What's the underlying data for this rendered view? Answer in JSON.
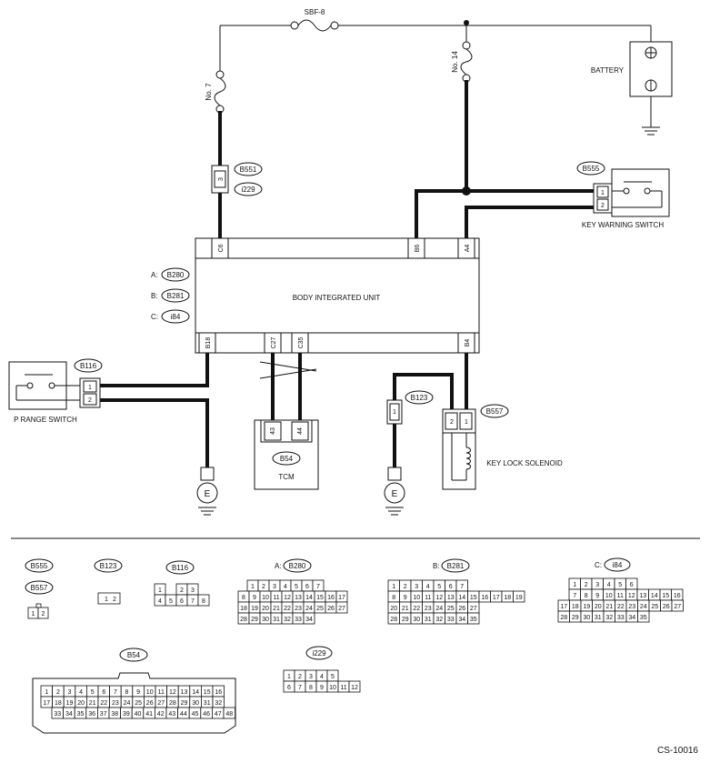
{
  "fuses": {
    "sbf": "SBF-8",
    "no7": "No. 7",
    "no14": "No. 14"
  },
  "battery": {
    "label": "BATTERY"
  },
  "biu": {
    "label": "BODY INTEGRATED UNIT",
    "conn_a_prefix": "A:",
    "conn_a": "B280",
    "conn_b_prefix": "B:",
    "conn_b": "B281",
    "conn_c_prefix": "C:",
    "conn_c": "i84",
    "pin_c6": "C6",
    "pin_b6": "B6",
    "pin_a4": "A4",
    "pin_b18": "B18",
    "pin_c27": "C27",
    "pin_c35": "C35",
    "pin_b4": "B4"
  },
  "b551": {
    "label": "B551",
    "alt": "i229",
    "pin": "3"
  },
  "key_warning": {
    "connector": "B555",
    "label": "KEY WARNING SWITCH",
    "pin1": "1",
    "pin2": "2"
  },
  "p_range": {
    "connector": "B116",
    "label": "P RANGE SWITCH",
    "pin1": "1",
    "pin2": "2"
  },
  "tcm": {
    "connector": "B54",
    "label": "TCM",
    "pin43": "43",
    "pin44": "44"
  },
  "b123": {
    "label": "B123",
    "pin": "1"
  },
  "key_lock": {
    "connector": "B557",
    "label": "KEY LOCK SOLENOID",
    "pin2": "2",
    "pin1": "1"
  },
  "grounds": {
    "symbol": "E"
  },
  "legend": {
    "b555": "B555",
    "b557": "B557",
    "b123": "B123",
    "b116": "B116",
    "b280_prefix": "A:",
    "b280": "B280",
    "b281_prefix": "B:",
    "b281": "B281",
    "i84_prefix": "C:",
    "i84": "i84",
    "b54": "B54",
    "i229": "i229",
    "two_pin": [
      "1",
      "2"
    ],
    "b116_rows": [
      [
        "1",
        "",
        "2",
        "3"
      ],
      [
        "4",
        "5",
        "6",
        "7",
        "8"
      ]
    ],
    "b280_rows": [
      [
        "1",
        "2",
        "3",
        "4",
        "5",
        "6",
        "7"
      ],
      [
        "8",
        "9",
        "10",
        "11",
        "12",
        "13",
        "14",
        "15",
        "16",
        "17"
      ],
      [
        "18",
        "19",
        "20",
        "21",
        "22",
        "23",
        "24",
        "25",
        "26",
        "27"
      ],
      [
        "28",
        "29",
        "30",
        "31",
        "32",
        "33",
        "34"
      ]
    ],
    "b281_rows": [
      [
        "1",
        "2",
        "3",
        "4",
        "5",
        "6",
        "7"
      ],
      [
        "8",
        "9",
        "10",
        "11",
        "12",
        "13",
        "14",
        "15",
        "16",
        "17",
        "18",
        "19"
      ],
      [
        "20",
        "21",
        "22",
        "23",
        "24",
        "25",
        "26",
        "27"
      ],
      [
        "28",
        "29",
        "30",
        "31",
        "32",
        "33",
        "34",
        "35"
      ]
    ],
    "i84_rows": [
      [
        "1",
        "2",
        "3",
        "4",
        "5",
        "6"
      ],
      [
        "7",
        "8",
        "9",
        "10",
        "11",
        "12",
        "13",
        "14",
        "15",
        "16"
      ],
      [
        "17",
        "18",
        "19",
        "20",
        "21",
        "22",
        "23",
        "24",
        "25",
        "26",
        "27"
      ],
      [
        "28",
        "29",
        "30",
        "31",
        "32",
        "33",
        "34",
        "35"
      ]
    ],
    "b54_rows": [
      [
        "1",
        "2",
        "3",
        "4",
        "5",
        "6",
        "7",
        "8",
        "9",
        "10",
        "11",
        "12",
        "13",
        "14",
        "15",
        "16"
      ],
      [
        "17",
        "18",
        "19",
        "20",
        "21",
        "22",
        "23",
        "24",
        "25",
        "26",
        "27",
        "28",
        "29",
        "30",
        "31",
        "32"
      ],
      [
        "33",
        "34",
        "35",
        "36",
        "37",
        "38",
        "39",
        "40",
        "41",
        "42",
        "43",
        "44",
        "45",
        "46",
        "47",
        "48"
      ]
    ],
    "i229_rows": [
      [
        "1",
        "2",
        "3",
        "4",
        "5"
      ],
      [
        "6",
        "7",
        "8",
        "9",
        "10",
        "11",
        "12"
      ]
    ]
  },
  "code": "CS-10016"
}
